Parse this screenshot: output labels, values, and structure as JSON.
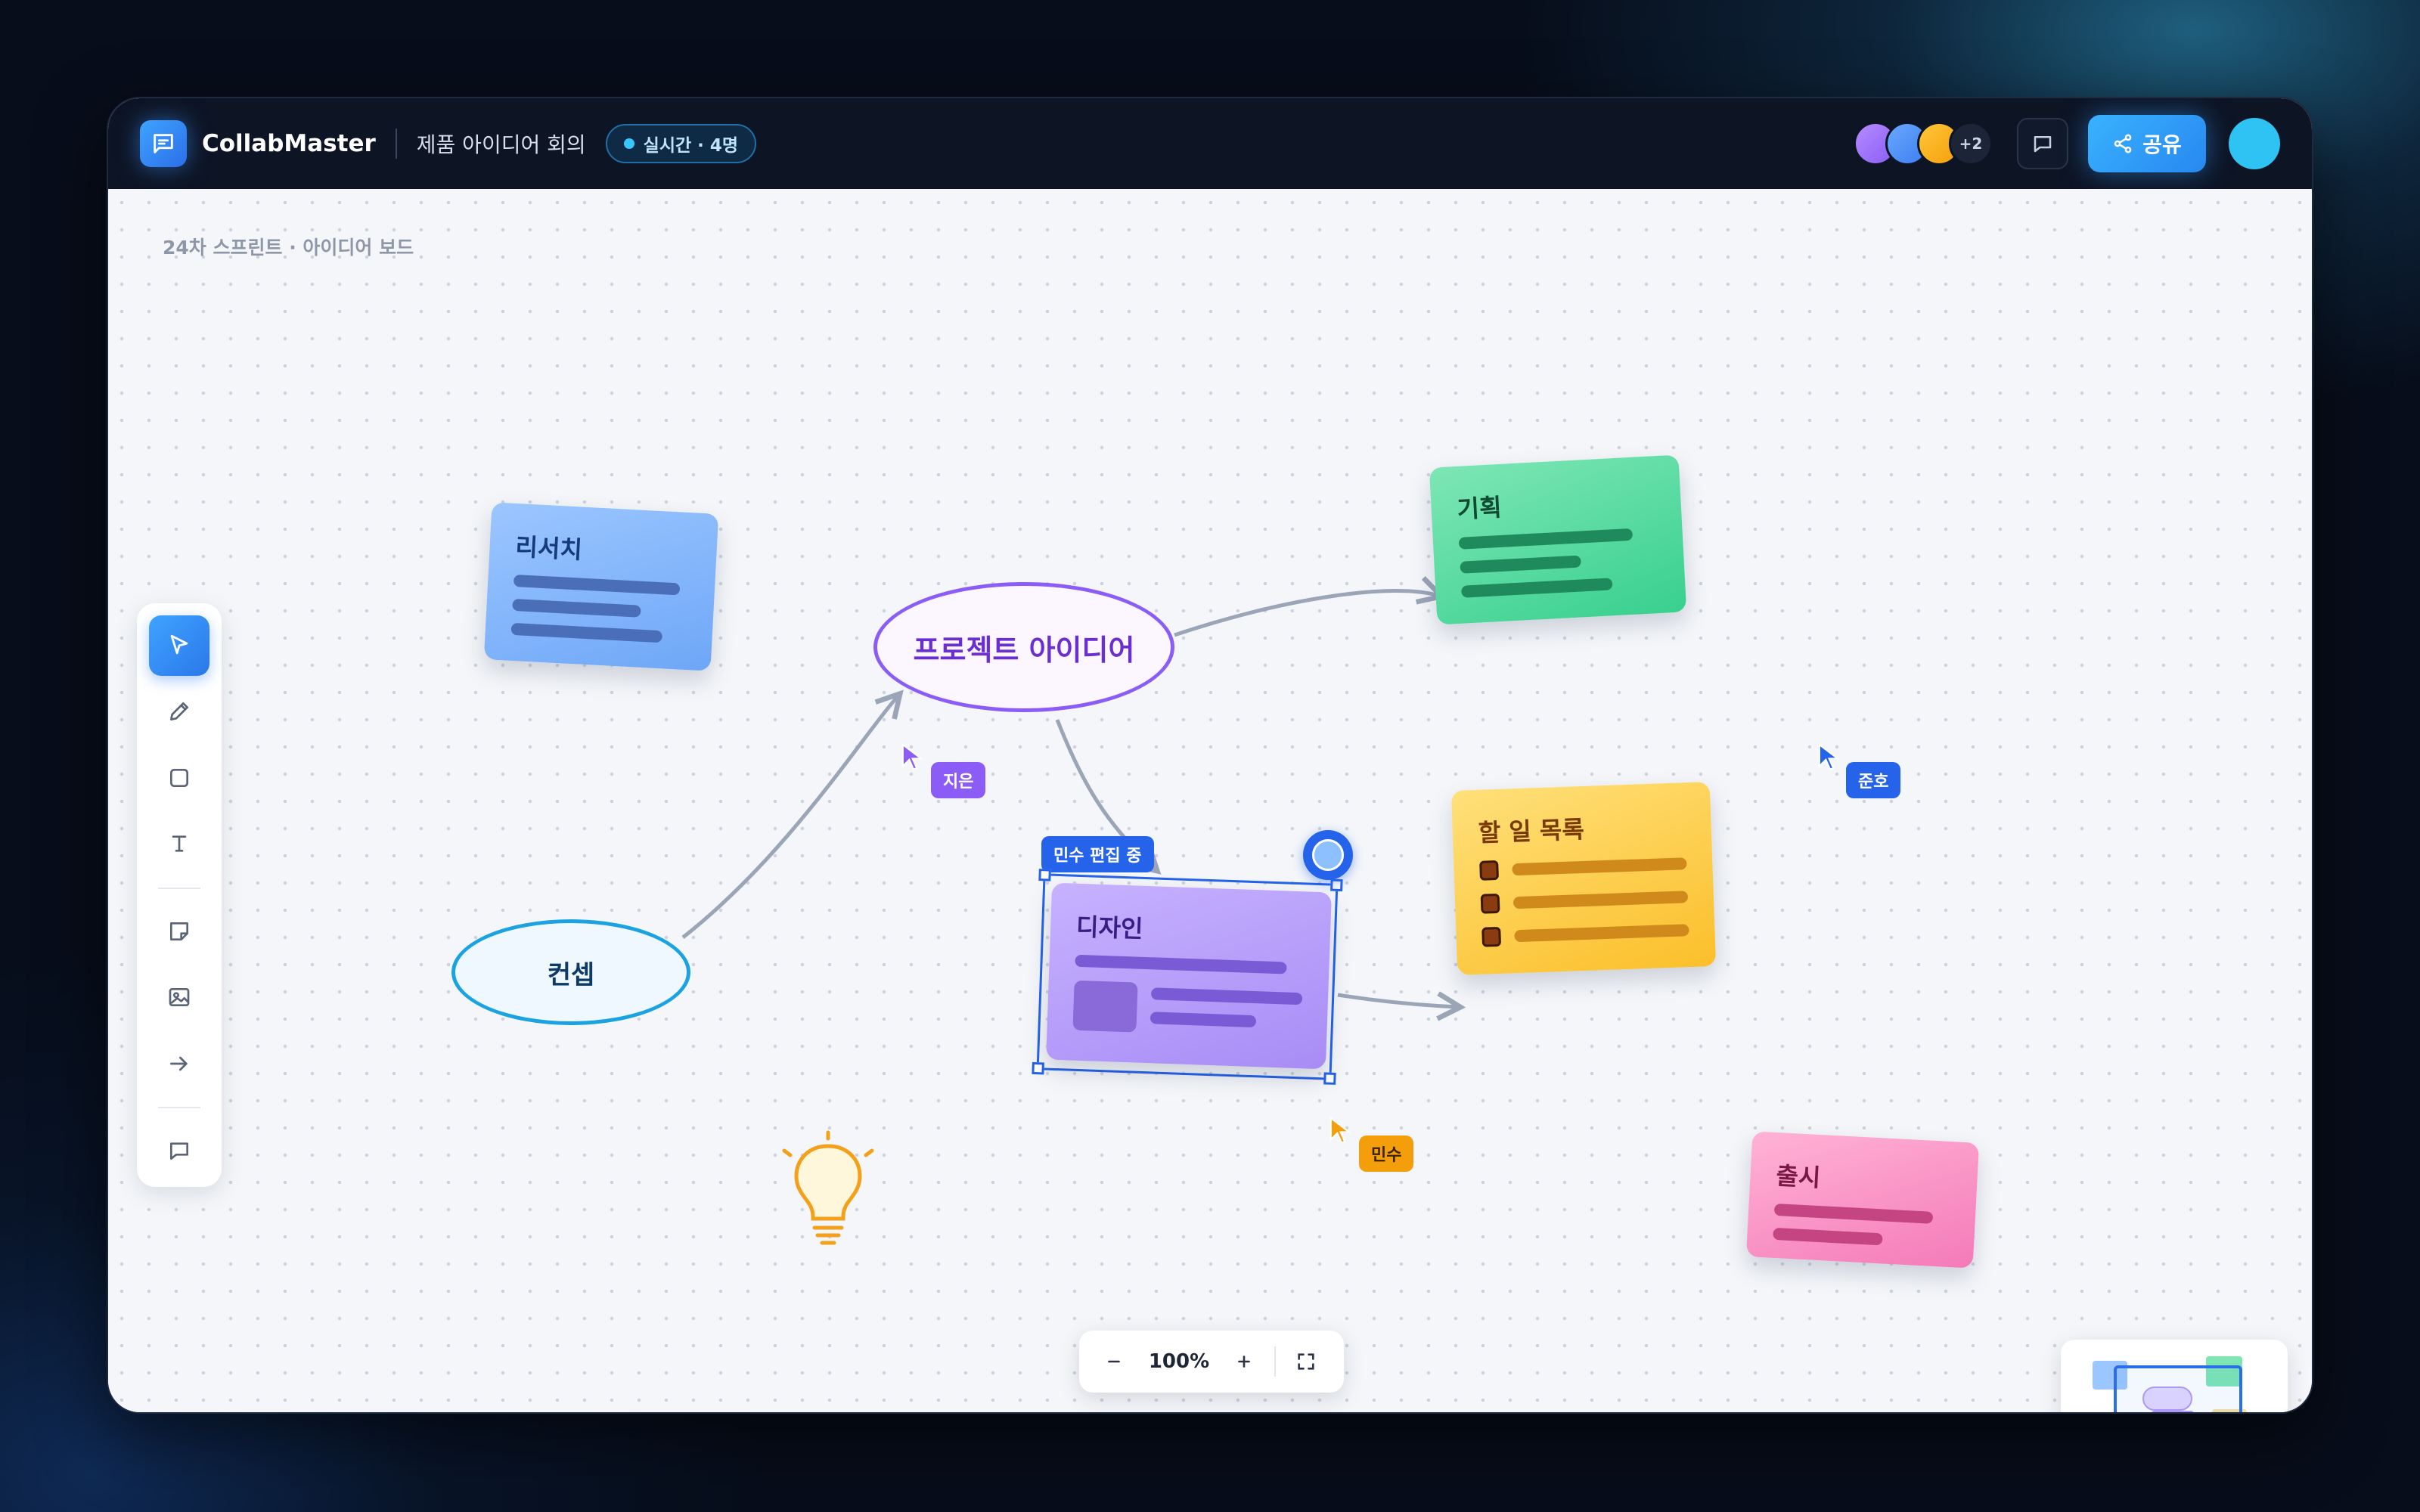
{
  "app": {
    "name": "CollabMaster",
    "board_title": "제품 아이디어 회의",
    "live_badge": "실시간 · 4명"
  },
  "header": {
    "avatars_more": "+2",
    "share_label": "공유"
  },
  "canvas": {
    "breadcrumb": "24차 스프린트 · 아이디어 보드",
    "nodes": {
      "research": "리서치",
      "planning": "기획",
      "project_idea": "프로젝트 아이디어",
      "concept": "컨셉",
      "design": "디자인",
      "todo": "할 일 목록",
      "launch": "출시"
    },
    "editing_tag": "민수 편집 중",
    "cursors": {
      "jieun": "지은",
      "junho": "준호",
      "minsu": "민수"
    }
  },
  "zoom": {
    "level": "100%"
  },
  "colors": {
    "accent": "#2b78ea",
    "research": "#7db4ff",
    "planning": "#3fd69a",
    "design": "#b49cf7",
    "todo": "#ffd24a",
    "launch": "#f78fc4",
    "cursor_jieun": "#8b5cf6",
    "cursor_junho": "#2563eb",
    "cursor_minsu": "#f59e0b"
  },
  "icons": {
    "tools": [
      "pointer-icon",
      "pencil-icon",
      "rectangle-icon",
      "text-icon",
      "sticky-note-icon",
      "image-icon",
      "arrow-icon",
      "comment-icon"
    ]
  }
}
